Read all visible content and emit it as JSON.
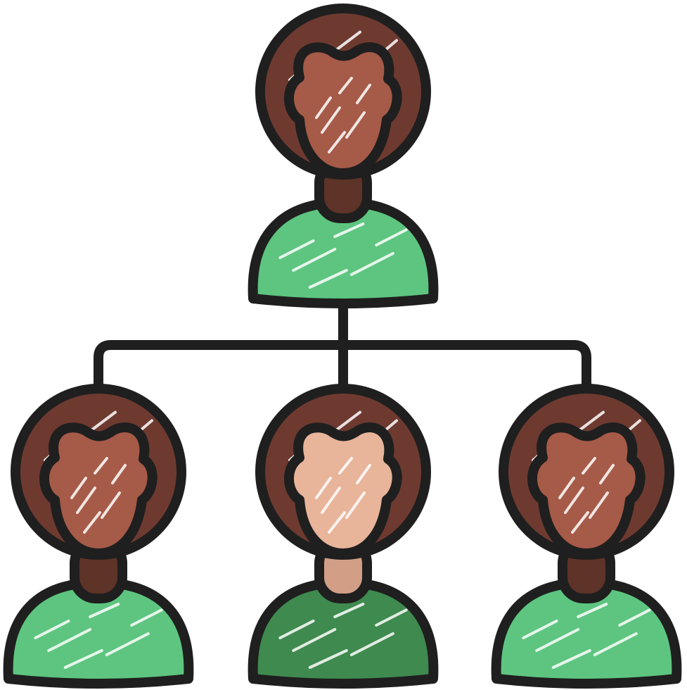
{
  "diagram": {
    "type": "org-chart-icon",
    "colors": {
      "outline": "#1f1f1f",
      "hair": "#6e3a30",
      "skin_dark": "#a65a48",
      "skin_light": "#e8b49a",
      "neck_dark": "#5e3328",
      "neck_light": "#d29f86",
      "shirt": "#5dc57f",
      "shirt_dark": "#3f8a4f",
      "background": "#ffffff"
    },
    "nodes": [
      {
        "id": "top",
        "role": "parent",
        "skin": "dark",
        "shirt": "light"
      },
      {
        "id": "left",
        "role": "child",
        "skin": "dark",
        "shirt": "light"
      },
      {
        "id": "middle",
        "role": "child",
        "skin": "light",
        "shirt": "dark"
      },
      {
        "id": "right",
        "role": "child",
        "skin": "dark",
        "shirt": "light"
      }
    ],
    "edges": [
      {
        "from": "top",
        "to": "left"
      },
      {
        "from": "top",
        "to": "middle"
      },
      {
        "from": "top",
        "to": "right"
      }
    ]
  }
}
